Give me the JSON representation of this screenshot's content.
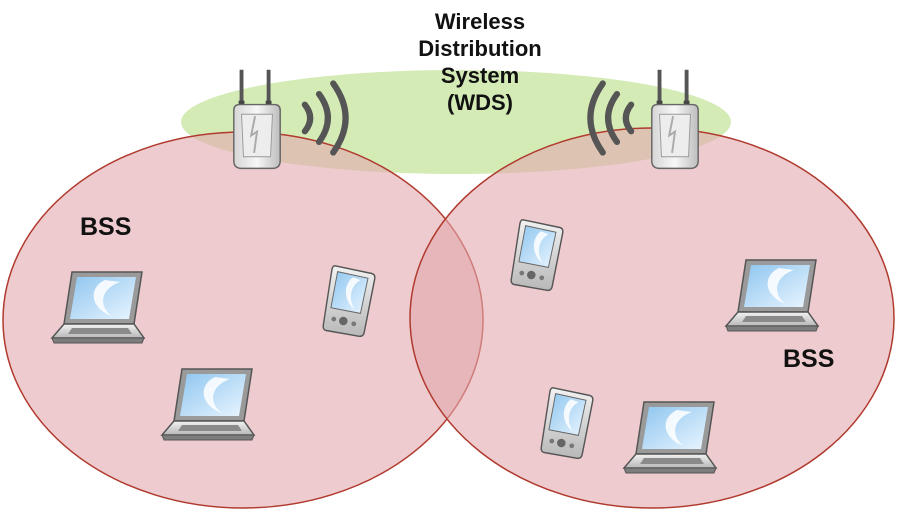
{
  "wds": {
    "lines": [
      "Wireless",
      "Distribution",
      "System",
      "(WDS)"
    ],
    "color": "#c9e6a4"
  },
  "bss": {
    "left_label": "BSS",
    "right_label": "BSS",
    "fill": "#e3a9ad",
    "stroke": "#b03a2e"
  },
  "devices": {
    "access_points": [
      "access-point-icon",
      "access-point-icon"
    ],
    "laptops": [
      "laptop-icon",
      "laptop-icon",
      "laptop-icon",
      "laptop-icon"
    ],
    "handhelds": [
      "pda-icon",
      "pda-icon",
      "pda-icon"
    ],
    "signals": [
      "wireless-signal-icon",
      "wireless-signal-icon"
    ]
  }
}
